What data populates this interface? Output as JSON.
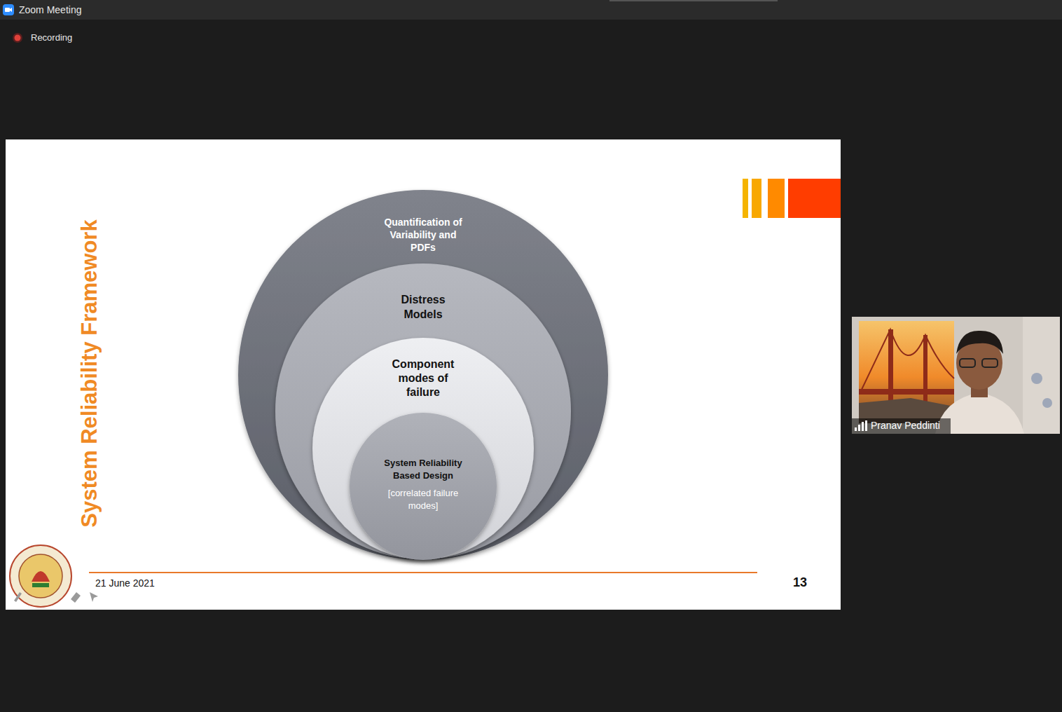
{
  "diagram": {
    "title": "System Reliability Framework",
    "nodes": [
      {
        "text": [
          "Quantification of Variability and PDFs"
        ]
      },
      {
        "text": [
          "Distress Models"
        ],
        "in": 0
      },
      {
        "text": [
          "Component modes of failure"
        ],
        "in": 1
      },
      {
        "text": [
          "System Reliability Based Design",
          "[correlated failure modes]"
        ],
        "in": 2
      }
    ],
    "labels": [
      "Zoom Meeting",
      "Recording",
      "21 June 2021",
      "13",
      "Pranav Peddinti"
    ]
  }
}
